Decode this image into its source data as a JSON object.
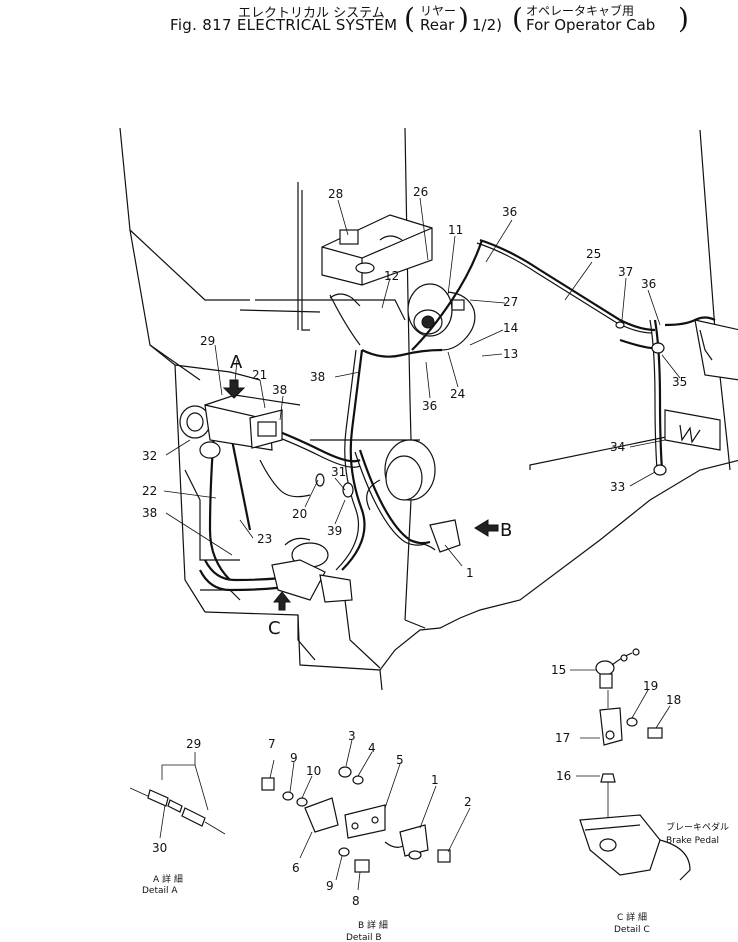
{
  "header": {
    "jp_title": "エレクトリカル システム",
    "title": "Fig. 817 ELECTRICAL SYSTEM",
    "jp_rear": "リヤー",
    "rear": "Rear",
    "page": "1/2)",
    "jp_cab": "オペレータキャブ用",
    "cab": "For Operator Cab"
  },
  "callouts": {
    "n1": "1",
    "n2": "2",
    "n3": "3",
    "n4": "4",
    "n5": "5",
    "n6": "6",
    "n7": "7",
    "n8": "8",
    "n9": "9",
    "n10": "10",
    "n11": "11",
    "n12": "12",
    "n13": "13",
    "n14": "14",
    "n15": "15",
    "n16": "16",
    "n17": "17",
    "n18": "18",
    "n19": "19",
    "n20": "20",
    "n21": "21",
    "n22": "22",
    "n23": "23",
    "n24": "24",
    "n25": "25",
    "n26": "26",
    "n27": "27",
    "n28": "28",
    "n29": "29",
    "n30": "30",
    "n31": "31",
    "n32": "32",
    "n33": "33",
    "n34": "34",
    "n35": "35",
    "n36": "36",
    "n37": "37",
    "n38": "38",
    "n39": "39"
  },
  "view_letters": {
    "a": "A",
    "b": "B",
    "c": "C"
  },
  "details": {
    "a_jp": "A 詳 細",
    "a": "Detail A",
    "b_jp": "B 詳 細",
    "b": "Detail B",
    "c_jp": "C 詳 細",
    "c": "Detail C"
  },
  "brake": {
    "jp": "ブレーキペダル",
    "en": "Brake  Pedal"
  }
}
